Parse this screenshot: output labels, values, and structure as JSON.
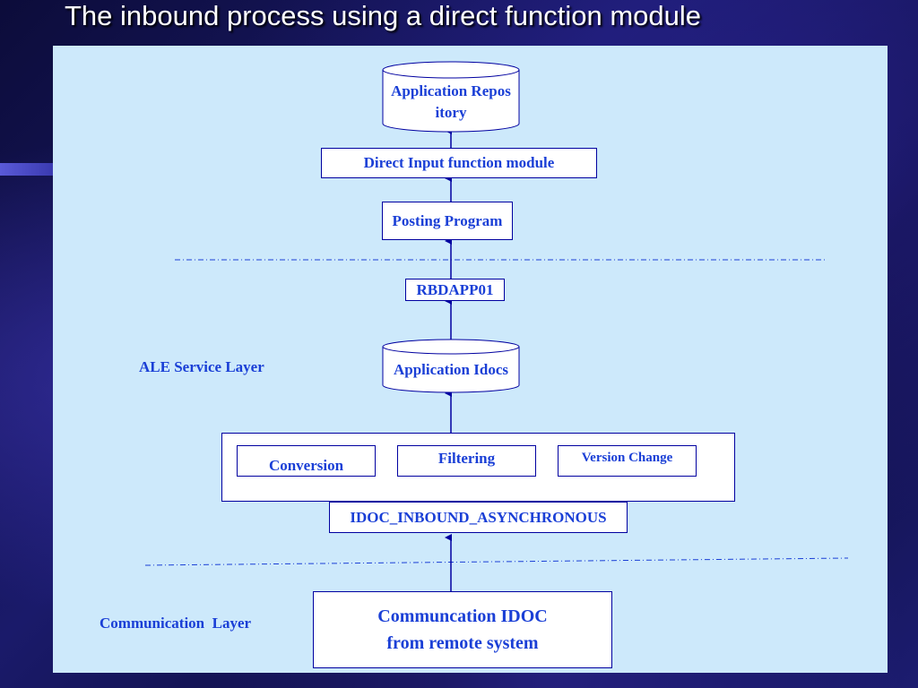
{
  "slide": {
    "title": "The inbound process using a direct function module"
  },
  "diagram": {
    "repository_line1": "Application Repos",
    "repository_line2": "itory",
    "direct_input": "Direct Input function module",
    "posting_program": "Posting Program",
    "rbdapp": "RBDAPP01",
    "app_idocs": "Application Idocs",
    "conversion": "Conversion",
    "filtering": "Filtering",
    "version_change": "Version Change",
    "idoc_inbound": "IDOC_INBOUND_ASYNCHRONOUS",
    "comm_idoc_line1": "Communcation IDOC",
    "comm_idoc_line2": "from remote system",
    "ale_layer": "ALE Service Layer",
    "comm_layer": "Communication  Layer"
  },
  "colors": {
    "text": "#1a3fd6",
    "panel": "#cde9fb",
    "border": "#0000a0"
  }
}
